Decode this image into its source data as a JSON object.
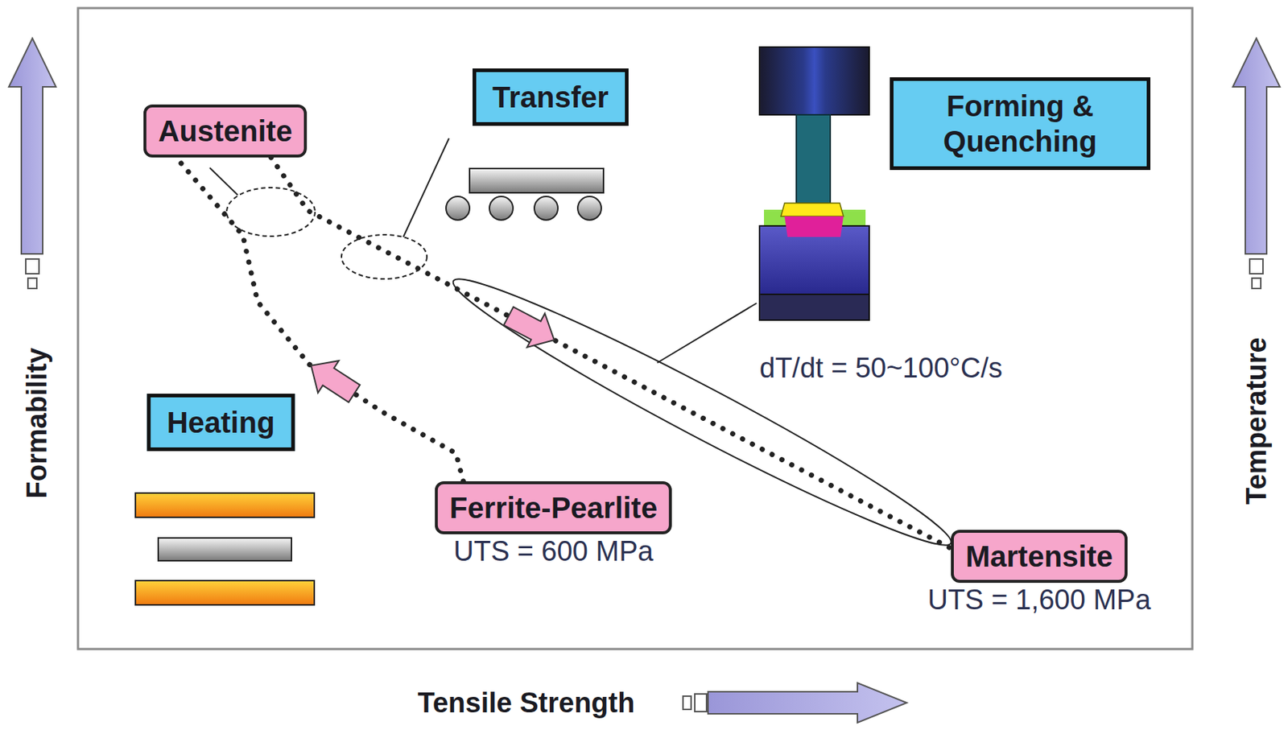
{
  "diagram": {
    "nodes": [
      {
        "text": [
          "Austenite"
        ]
      },
      {
        "text": [
          "Transfer"
        ]
      },
      {
        "text": [
          "Forming & Quenching"
        ]
      },
      {
        "text": [
          "Heating"
        ]
      },
      {
        "text": [
          "Ferrite-Pearlite",
          "UTS = 600 MPa"
        ]
      },
      {
        "text": [
          "Martensite",
          "UTS = 1,600 MPa"
        ]
      }
    ],
    "edges": [
      {
        "from": 4,
        "to": 0,
        "arrow": "to"
      },
      {
        "from": 0,
        "to": 5,
        "arrow": "to"
      }
    ],
    "labels": [
      "dT/dt = 50~100°C/s",
      "Formability",
      "Temperature",
      "Tensile Strength"
    ]
  }
}
